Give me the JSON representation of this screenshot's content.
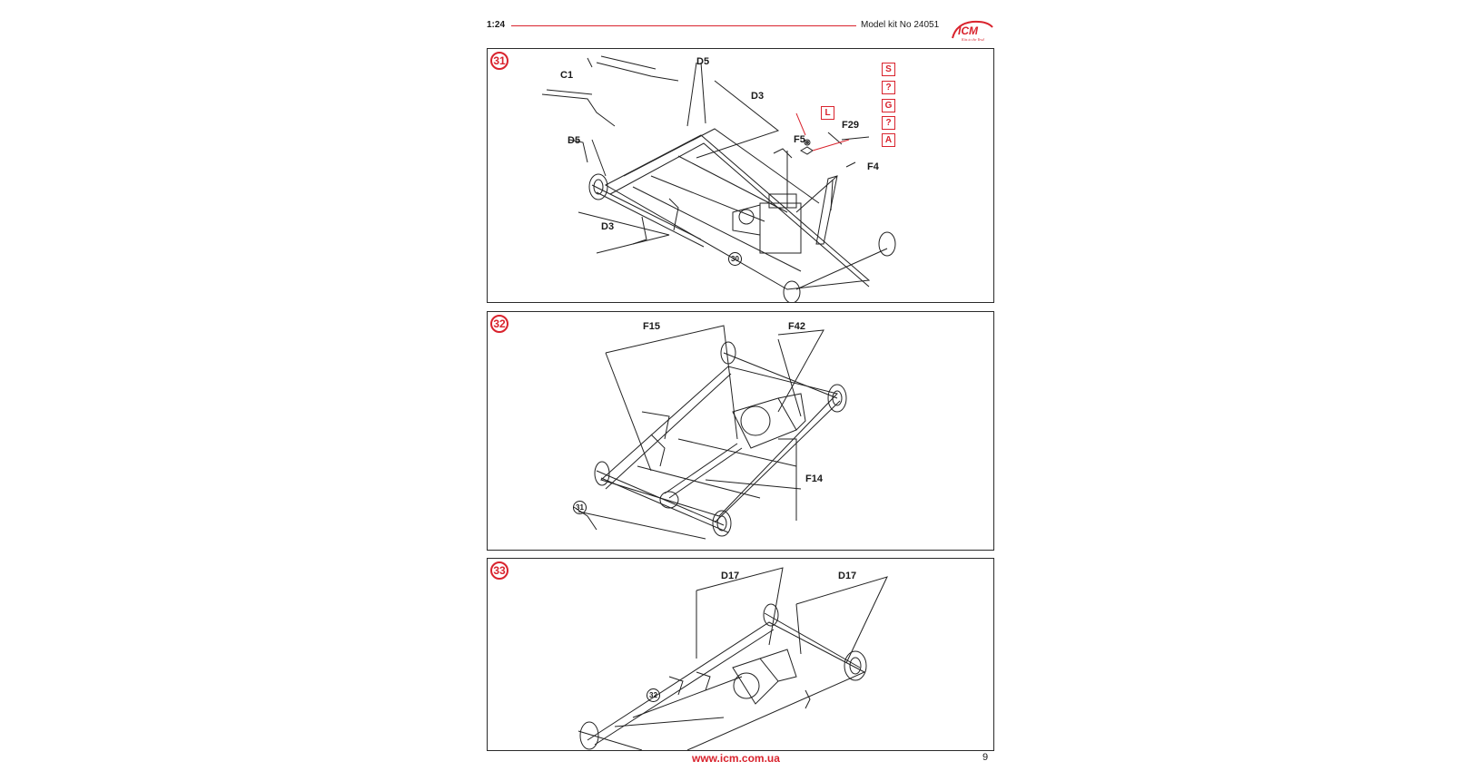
{
  "header": {
    "scale": "1:24",
    "kit": "Model kit No 24051",
    "logo_text": "ICM",
    "logo_tagline": "Kits to the Yesd"
  },
  "steps": [
    {
      "number": "31",
      "labels": [
        "C1",
        "D5",
        "D3",
        "D5",
        "D3",
        "F5",
        "F29",
        "F4"
      ],
      "paint_codes": [
        "S",
        "?",
        "G",
        "?",
        "A",
        "L"
      ],
      "ref": "30"
    },
    {
      "number": "32",
      "labels": [
        "F15",
        "F42",
        "F14"
      ],
      "ref": "31"
    },
    {
      "number": "33",
      "labels": [
        "D17",
        "D17"
      ],
      "ref": "32"
    }
  ],
  "footer": {
    "url": "www.icm.com.ua",
    "page": "9"
  },
  "colors": {
    "accent": "#d9232d",
    "ink": "#1a1a1a"
  }
}
